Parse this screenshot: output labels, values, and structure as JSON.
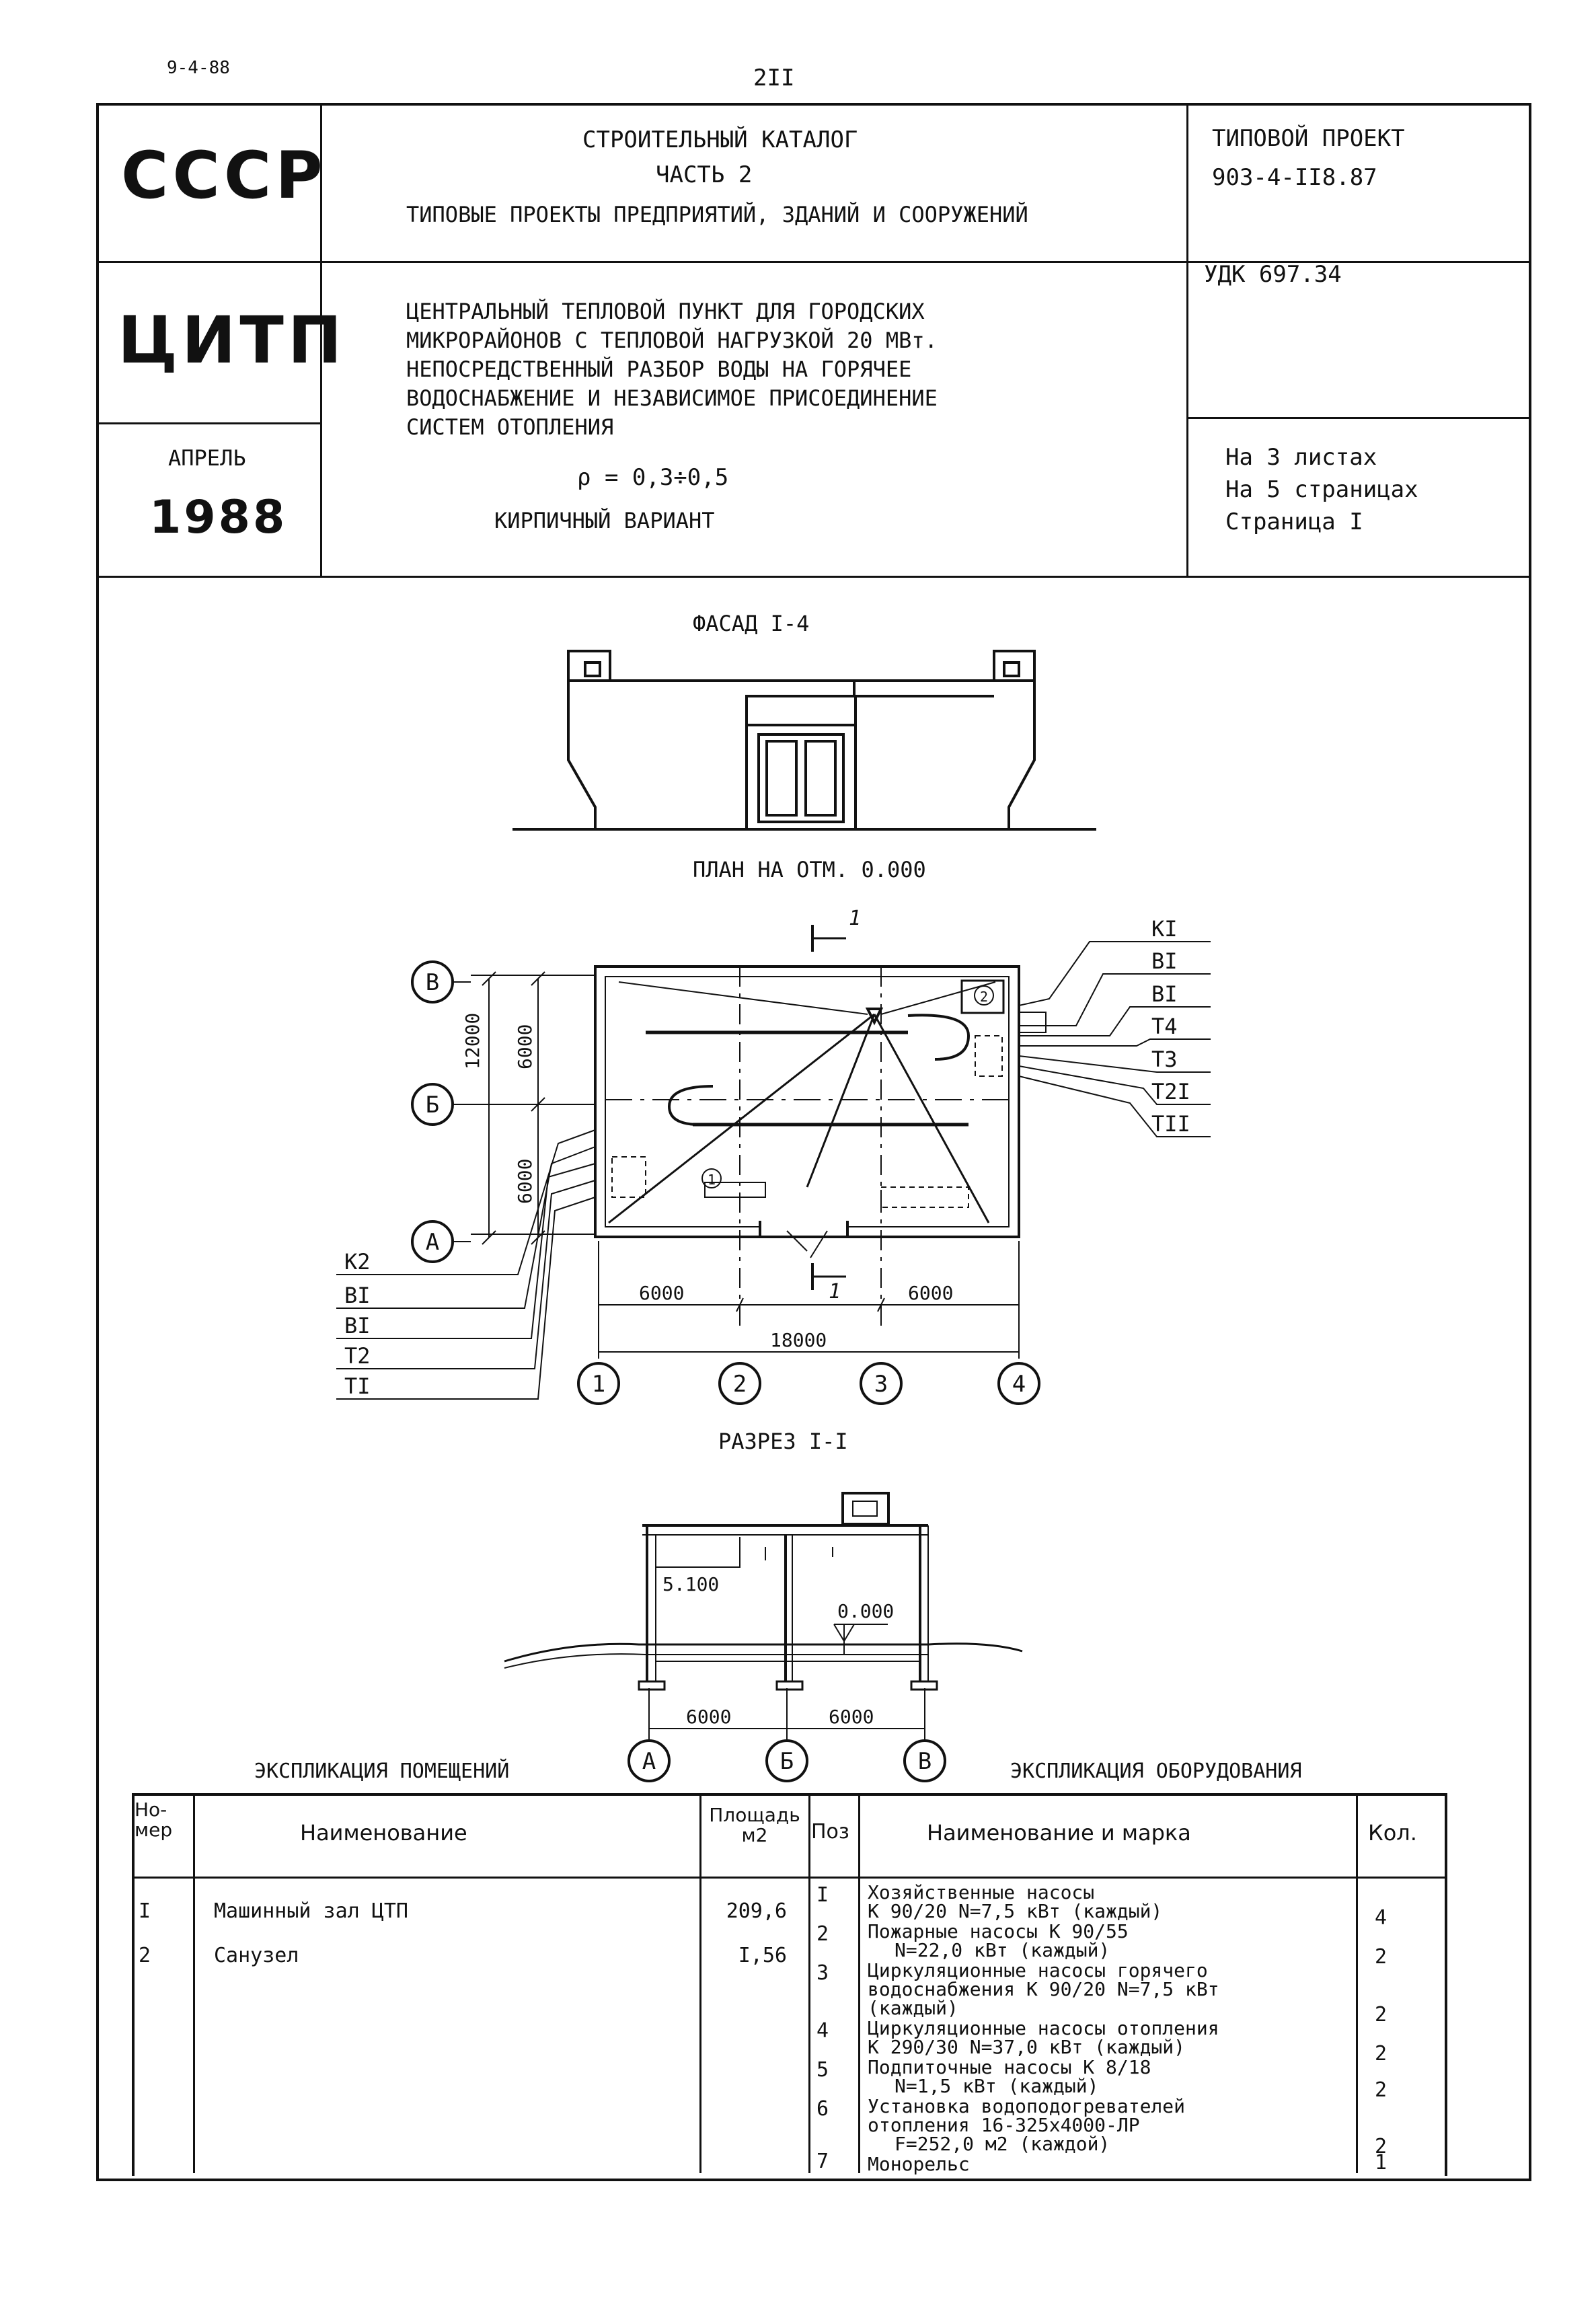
{
  "page": {
    "doc_code": "9-4-88",
    "page_number": "2II"
  },
  "header": {
    "country": "СССР",
    "org": "ЦИТП",
    "month": "АПРЕЛЬ",
    "year": "1988",
    "catalog_line1": "СТРОИТЕЛЬНЫЙ КАТАЛОГ",
    "catalog_line2": "ЧАСТЬ 2",
    "catalog_line3": "ТИПОВЫЕ ПРОЕКТЫ ПРЕДПРИЯТИЙ, ЗДАНИЙ И СООРУЖЕНИЙ",
    "project_label": "ТИПОВОЙ ПРОЕКТ",
    "project_number": "903-4-II8.87",
    "udk": "УДК 697.34",
    "description": [
      "ЦЕНТРАЛЬНЫЙ ТЕПЛОВОЙ ПУНКТ ДЛЯ ГОРОДСКИХ",
      "МИКРОРАЙОНОВ С ТЕПЛОВОЙ НАГРУЗКОЙ 20 МВт.",
      "НЕПОСРЕДСТВЕННЫЙ РАЗБОР ВОДЫ НА ГОРЯЧЕЕ",
      "ВОДОСНАБЖЕНИЕ И НЕЗАВИСИМОЕ ПРИСОЕДИНЕНИЕ",
      "СИСТЕМ ОТОПЛЕНИЯ"
    ],
    "rho": "ρ = 0,3÷0,5",
    "variant": "КИРПИЧНЫЙ ВАРИАНТ",
    "sheets": "На 3 листах",
    "pages": "На 5 страницах",
    "current_page": "Страница I"
  },
  "drawings": {
    "facade_title": "ФАСАД I-4",
    "plan_title": "ПЛАН НА ОТМ. 0.000",
    "section_title": "РАЗРЕЗ I-I",
    "plan": {
      "axes_letters": [
        "В",
        "Б",
        "А"
      ],
      "axes_numbers": [
        "1",
        "2",
        "3",
        "4"
      ],
      "dim_6000": "6000",
      "dim_12000": "12000",
      "dim_18000": "18000",
      "section_mark": "1",
      "room_mark_1": "1",
      "room_mark_2": "2",
      "pipes_right": [
        "КI",
        "ВI",
        "ВI",
        "Т4",
        "Т3",
        "Т2I",
        "ТII"
      ],
      "pipes_left": [
        "К2",
        "ВI",
        "ВI",
        "Т2",
        "ТI"
      ]
    },
    "section": {
      "height_mark": "5.100",
      "zero_mark": "0.000",
      "dim_6000": "6000",
      "axes": [
        "А",
        "Б",
        "В"
      ]
    }
  },
  "rooms_table": {
    "title": "ЭКСПЛИКАЦИЯ ПОМЕЩЕНИЙ",
    "headers": {
      "num": "Но-мер",
      "name": "Наименование",
      "area": "Площадь м2"
    },
    "rows": [
      {
        "num": "I",
        "name": "Машинный зал ЦТП",
        "area": "209,6"
      },
      {
        "num": "2",
        "name": "Санузел",
        "area": "I,56"
      }
    ]
  },
  "equipment_table": {
    "title": "ЭКСПЛИКАЦИЯ ОБОРУДОВАНИЯ",
    "headers": {
      "pos": "Поз",
      "name": "Наименование и марка",
      "qty": "Кол."
    },
    "rows": [
      {
        "pos": "I",
        "lines": [
          "Хозяйственные насосы",
          "К 90/20 N=7,5 кВт (каждый)"
        ],
        "qty": "4"
      },
      {
        "pos": "2",
        "lines": [
          "Пожарные насосы К 90/55",
          "N=22,0 кВт (каждый)"
        ],
        "qty": "2"
      },
      {
        "pos": "3",
        "lines": [
          "Циркуляционные насосы горячего",
          "водоснабжения К 90/20 N=7,5 кВт",
          "(каждый)"
        ],
        "qty": "2"
      },
      {
        "pos": "4",
        "lines": [
          "Циркуляционные насосы отопления",
          "К 290/30 N=37,0 кВт (каждый)"
        ],
        "qty": "2"
      },
      {
        "pos": "5",
        "lines": [
          "Подпиточные насосы К 8/18",
          "N=1,5 кВт (каждый)"
        ],
        "qty": "2"
      },
      {
        "pos": "6",
        "lines": [
          "Установка водоподогревателей",
          "отопления 16-325х4000-ЛР",
          "F=252,0 м2 (каждой)"
        ],
        "qty": "2"
      },
      {
        "pos": "7",
        "lines": [
          "Монорельс"
        ],
        "qty": "1"
      }
    ]
  }
}
